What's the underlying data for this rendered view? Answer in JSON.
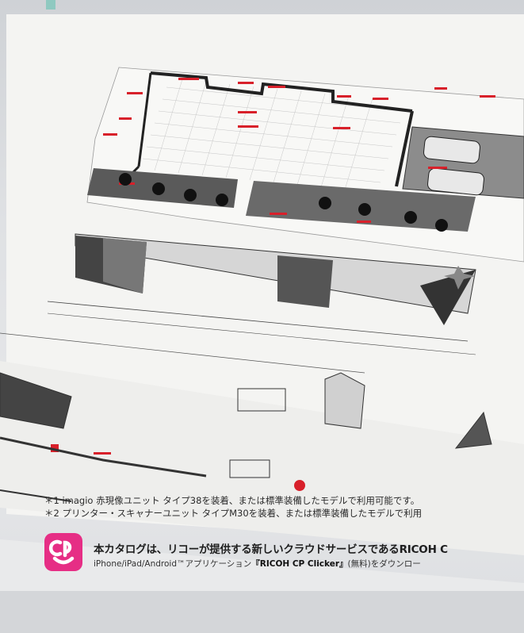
{
  "notes": {
    "note1": "＊1 imagio 赤現像ユニット タイプ38を装着、または標準装備したモデルで利用可能です。",
    "note2": "＊2 プリンター・スキャナーユニット タイプM30を装着、または標準装備したモデルで利用"
  },
  "promo": {
    "icon_label": "cp",
    "title": "本カタログは、リコーが提供する新しいクラウドサービスであるRICOH C",
    "sub_prefix": "iPhone/iPad/Android™アプリケーション",
    "sub_app_name": "『RICOH CP Clicker』",
    "sub_suffix": "(無料)をダウンロー"
  },
  "colors": {
    "brand_pink": "#e62e85",
    "drawing_red": "#d8202a",
    "accent_teal": "#8fc9c0"
  },
  "icons": {
    "app_icon": "cp-clicker-logo-icon",
    "north_arrow": "compass-star-icon"
  }
}
